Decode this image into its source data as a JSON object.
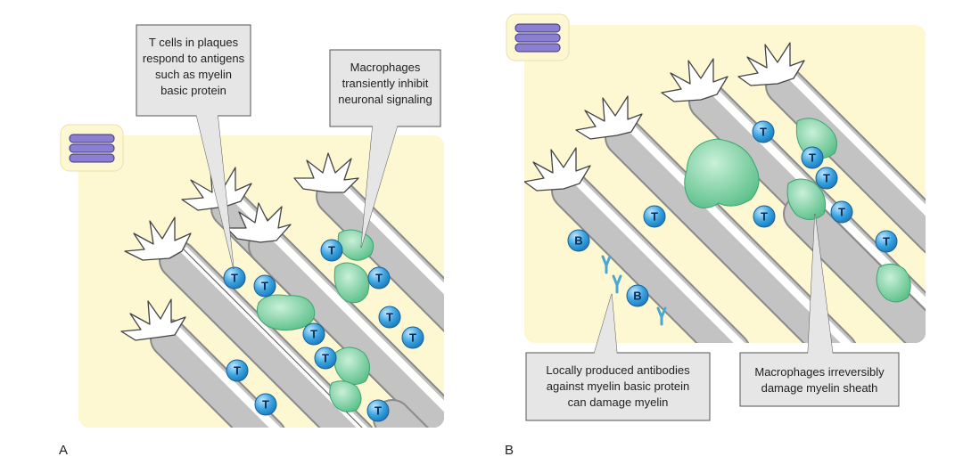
{
  "panels": {
    "a": {
      "label": "A",
      "callouts": [
        [
          "T cells in plaques",
          "respond to antigens",
          "such as myelin",
          "basic protein"
        ],
        [
          "Macrophages",
          "transiently inhibit",
          "neuronal signaling"
        ]
      ],
      "t_cell_letter": "T"
    },
    "b": {
      "label": "B",
      "callouts": [
        [
          "Locally produced antibodies",
          "against myelin basic protein",
          "can damage myelin"
        ],
        [
          "Macrophages irreversibly",
          "damage myelin sheath"
        ]
      ],
      "t_cell_letter": "T",
      "b_cell_letter": "B"
    }
  },
  "colors": {
    "background": "#fdf8d2",
    "axon_gray": "#b9b9b9",
    "t_cell": "#3aa3e0",
    "macrophage": "#7fd3a6",
    "callout_fill": "#e6e6e6",
    "antibody": "#5fb3d9"
  },
  "icons": [
    "epithelial-cells-icon"
  ]
}
